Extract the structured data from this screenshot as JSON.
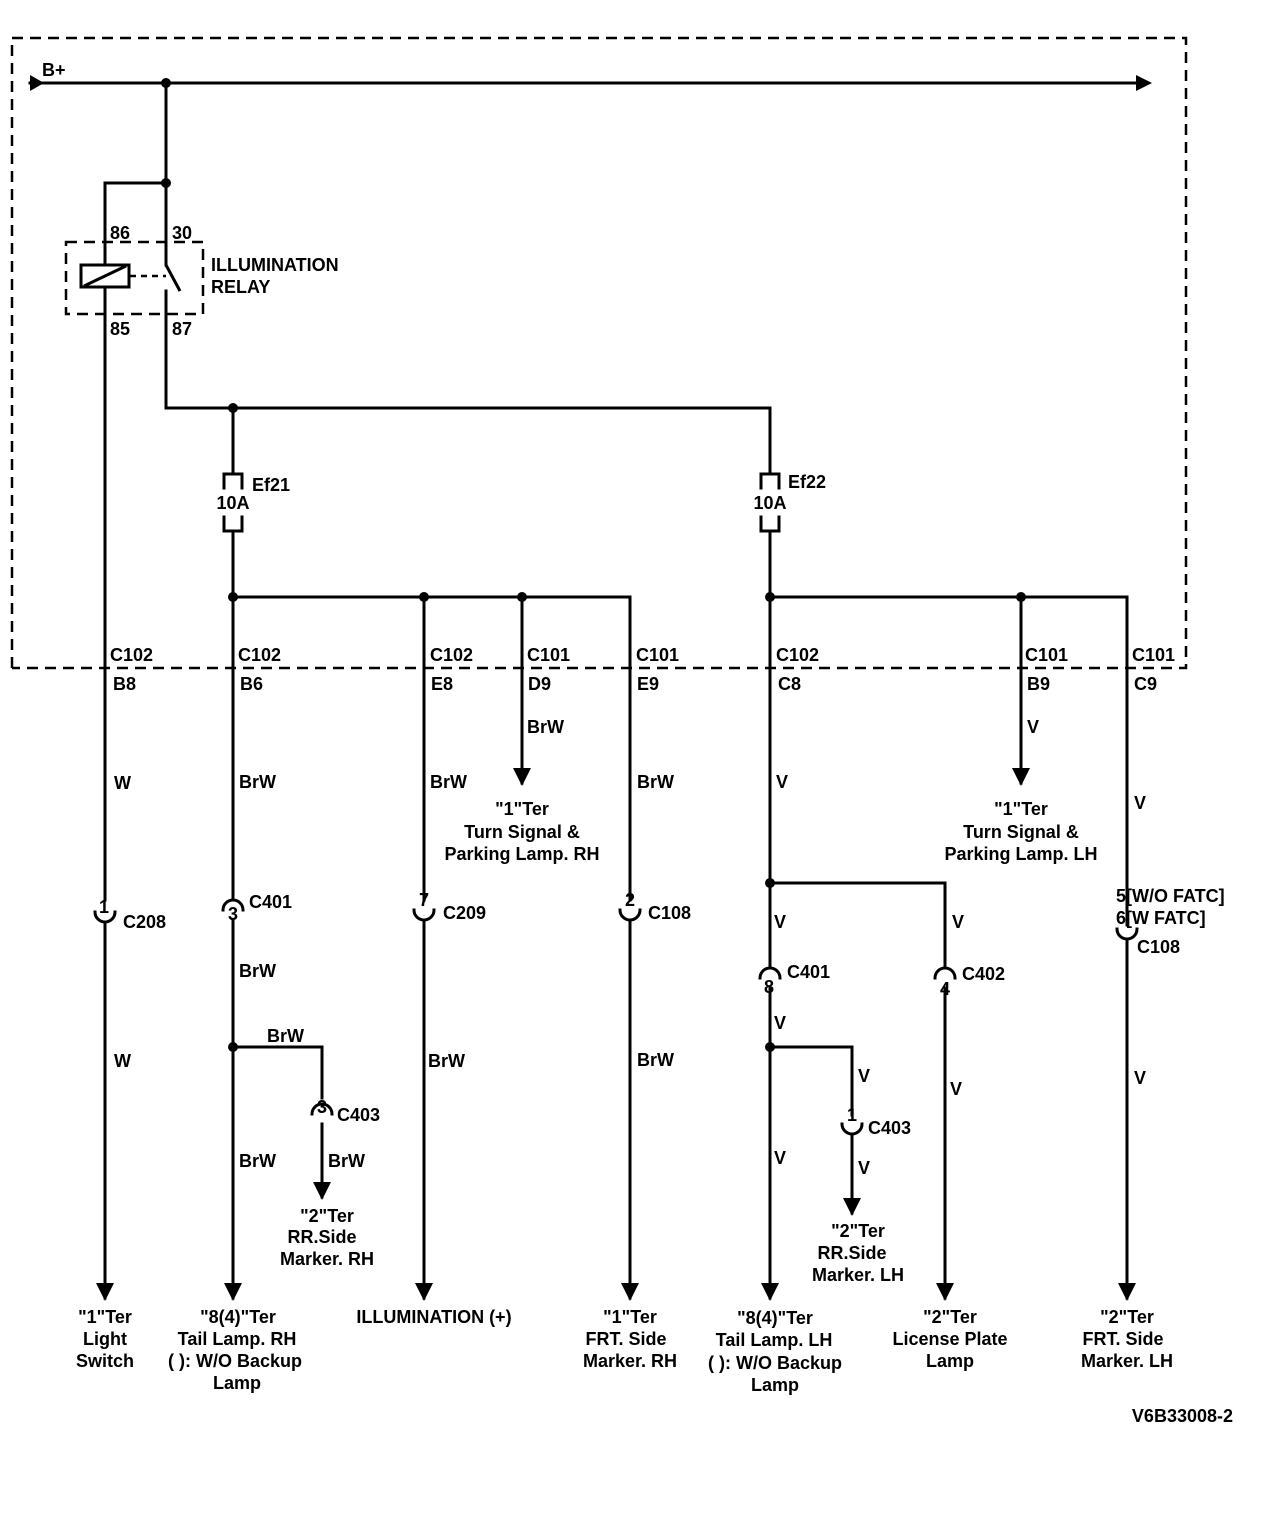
{
  "power": {
    "label": "B+"
  },
  "relay": {
    "name_line1": "ILLUMINATION",
    "name_line2": "RELAY",
    "pin_86": "86",
    "pin_30": "30",
    "pin_85": "85",
    "pin_87": "87"
  },
  "fuses": [
    {
      "id": "Ef21",
      "rating": "10A"
    },
    {
      "id": "Ef22",
      "rating": "10A"
    }
  ],
  "connectors": [
    {
      "name": "C102",
      "pin": "B8"
    },
    {
      "name": "C102",
      "pin": "B6"
    },
    {
      "name": "C102",
      "pin": "E8"
    },
    {
      "name": "C101",
      "pin": "D9"
    },
    {
      "name": "C101",
      "pin": "E9"
    },
    {
      "name": "C102",
      "pin": "C8"
    },
    {
      "name": "C101",
      "pin": "B9"
    },
    {
      "name": "C101",
      "pin": "C9"
    }
  ],
  "wire_colors": {
    "w": "W",
    "brw": "BrW",
    "v": "V"
  },
  "inline_connectors": {
    "c208": {
      "name": "C208",
      "pin": "1"
    },
    "c401_rh": {
      "name": "C401",
      "pin": "3"
    },
    "c209": {
      "name": "C209",
      "pin": "7"
    },
    "c108_rh": {
      "name": "C108",
      "pin": "2"
    },
    "c403_rh": {
      "name": "C403",
      "pin": "3"
    },
    "c401_lh": {
      "name": "C401",
      "pin": "8"
    },
    "c402": {
      "name": "C402",
      "pin": "4"
    },
    "c403_lh": {
      "name": "C403",
      "pin": "1"
    },
    "c108_lh": {
      "name": "C108",
      "pin_line1": "5[W/O FATC]",
      "pin_line2": "6[W FATC]"
    }
  },
  "destinations": {
    "light_switch": [
      "\"1\"Ter",
      "Light",
      "Switch"
    ],
    "tail_rh": [
      "\"8(4)\"Ter",
      "Tail Lamp. RH",
      "( ): W/O Backup",
      "Lamp"
    ],
    "illumination": [
      "ILLUMINATION (+)"
    ],
    "turn_rh": [
      "\"1\"Ter",
      "Turn Signal &",
      "Parking Lamp. RH"
    ],
    "frt_side_rh": [
      "\"1\"Ter",
      "FRT. Side",
      "Marker. RH"
    ],
    "rr_side_rh": [
      "\"2\"Ter",
      "RR.Side",
      "Marker. RH"
    ],
    "turn_lh": [
      "\"1\"Ter",
      "Turn Signal &",
      "Parking Lamp. LH"
    ],
    "tail_lh": [
      "\"8(4)\"Ter",
      "Tail Lamp. LH",
      "( ): W/O Backup",
      "Lamp"
    ],
    "rr_side_lh": [
      "\"2\"Ter",
      "RR.Side",
      "Marker. LH"
    ],
    "license": [
      "\"2\"Ter",
      "License Plate",
      "Lamp"
    ],
    "frt_side_lh": [
      "\"2\"Ter",
      "FRT. Side",
      "Marker. LH"
    ]
  },
  "figure_id": "V6B33008-2"
}
